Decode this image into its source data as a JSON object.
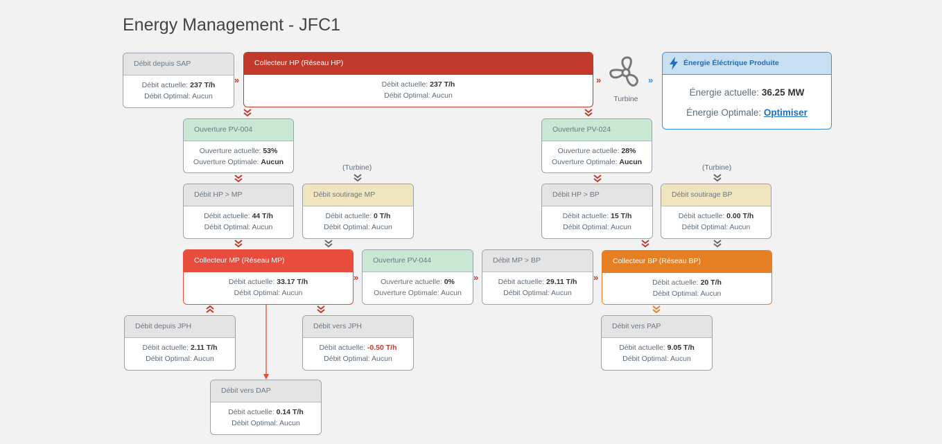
{
  "title": "Energy Management - JFC1",
  "common": {
    "current": "Débit actuelle:",
    "optimal": "Débit Optimal: Aucun"
  },
  "boxes": {
    "sap": {
      "title": "Débit depuis SAP",
      "value": "237 T/h"
    },
    "hp": {
      "title": "Collecteur HP (Réseau HP)",
      "value": "237 T/h"
    },
    "pv004": {
      "title": "Ouverture PV-004",
      "current": "Ouverture actuelle:",
      "value": "53%",
      "optimal": "Ouverture Optimale:",
      "optimal_value": "Aucun"
    },
    "pv024": {
      "title": "Ouverture PV-024",
      "current": "Ouverture actuelle:",
      "value": "28%",
      "optimal": "Ouverture Optimale:",
      "optimal_value": "Aucun"
    },
    "hpmp": {
      "title": "Débit HP > MP",
      "value": "44 T/h"
    },
    "soutmp": {
      "title": "Débit soutirage MP",
      "value": "0 T/h"
    },
    "hpbp": {
      "title": "Débit HP > BP",
      "value": "15 T/h"
    },
    "soutbp": {
      "title": "Débit soutirage BP",
      "value": "0.00 T/h"
    },
    "mp": {
      "title": "Collecteur MP (Réseau MP)",
      "value": "33.17 T/h"
    },
    "pv044": {
      "title": "Ouverture PV-044",
      "current": "Ouverture actuelle:",
      "value": "0%",
      "optimal": "Ouverture Optimale: Aucun"
    },
    "mpbp": {
      "title": "Débit MP > BP",
      "value": "29.11 T/h"
    },
    "bp": {
      "title": "Collecteur BP (Réseau BP)",
      "value": "20 T/h"
    },
    "jph": {
      "title": "Débit depuis JPH",
      "value": "2.11 T/h"
    },
    "versjph": {
      "title": "Débit vers JPH",
      "value": "-0.50 T/h"
    },
    "pap": {
      "title": "Débit vers PAP",
      "value": "9.05 T/h"
    },
    "dap": {
      "title": "Débit vers DAP",
      "value": "0.14 T/h"
    }
  },
  "turbine": {
    "label": "Turbine",
    "tag": "(Turbine)"
  },
  "energy": {
    "title": "Énergie Éléctrique Produite",
    "current_label": "Énergie actuelle:",
    "current_value": "36.25 MW",
    "optimal_label": "Énergie Optimale:",
    "optimal_link": "Optimiser"
  },
  "colors": {
    "hp": "#c0392b",
    "mp": "#e74c3c",
    "bp": "#e67e22",
    "energy": "#3d8fd6",
    "green": "#c9e8d3",
    "yellow": "#efe6bf"
  },
  "icons": {
    "turbine": "fan-icon",
    "energy": "lightning-icon"
  }
}
